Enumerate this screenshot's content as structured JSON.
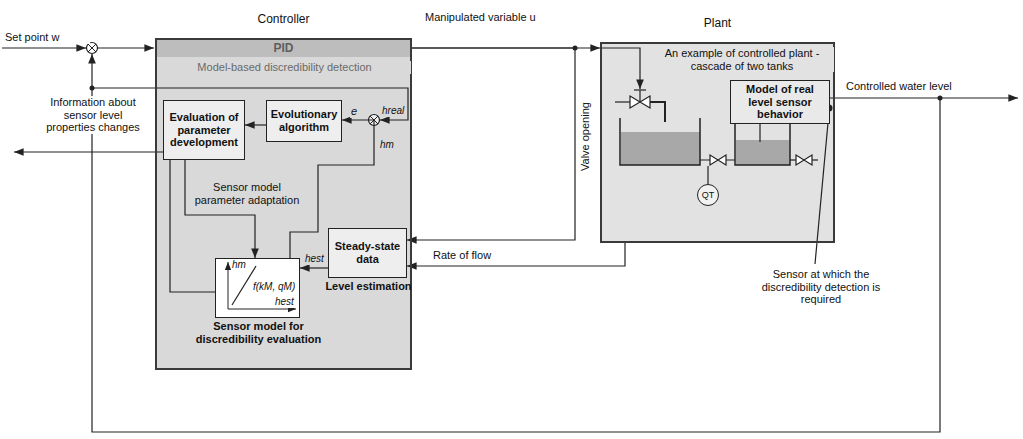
{
  "diagram": {
    "nodes": [
      {
        "text": [
          "Controller"
        ]
      },
      {
        "text": [
          "PID"
        ],
        "in": 0
      },
      {
        "text": [
          "Evaluation of parameter development"
        ],
        "in": 0
      },
      {
        "text": [
          "Evolutionary algorithm"
        ],
        "in": 0
      },
      {
        "text": [
          "Sensor model for discredibility evaluation"
        ],
        "in": 0
      },
      {
        "text": [
          "Steady-state data",
          "Level estimation"
        ],
        "in": 0
      },
      {
        "text": [
          "Plant"
        ]
      },
      {
        "text": [
          "Model of real level sensor behavior"
        ],
        "in": 6
      },
      {
        "text": [
          "QT"
        ],
        "in": 6
      }
    ],
    "edges": [
      {
        "from": 3,
        "to": 2,
        "arrow": "to"
      },
      {
        "from": 2,
        "to": 4,
        "label": "Sensor model parameter adaptation",
        "arrow": "to"
      },
      {
        "from": 4,
        "to": 2,
        "arrow": "none"
      },
      {
        "from": 4,
        "to": 3,
        "label": "hm",
        "arrow": "to"
      },
      {
        "from": 5,
        "to": 4,
        "label": "hest",
        "arrow": "to"
      },
      {
        "from": 0,
        "to": 6,
        "label": "Manipulated variable u",
        "arrow": "to"
      },
      {
        "from": 0,
        "to": 5,
        "label": "Valve opening",
        "arrow": "to"
      },
      {
        "from": 6,
        "to": 5,
        "label": "Rate of flow",
        "arrow": "to"
      }
    ],
    "labels": [
      "Set point w",
      "Model-based discredibility detection",
      "Information about sensor level properties changes",
      "e",
      "hreal",
      "hm",
      "f(kM, qM)",
      "hest",
      "An example of controlled plant - cascade of two tanks",
      "Controlled water level",
      "Sensor at which the discredibility detection is required"
    ]
  }
}
